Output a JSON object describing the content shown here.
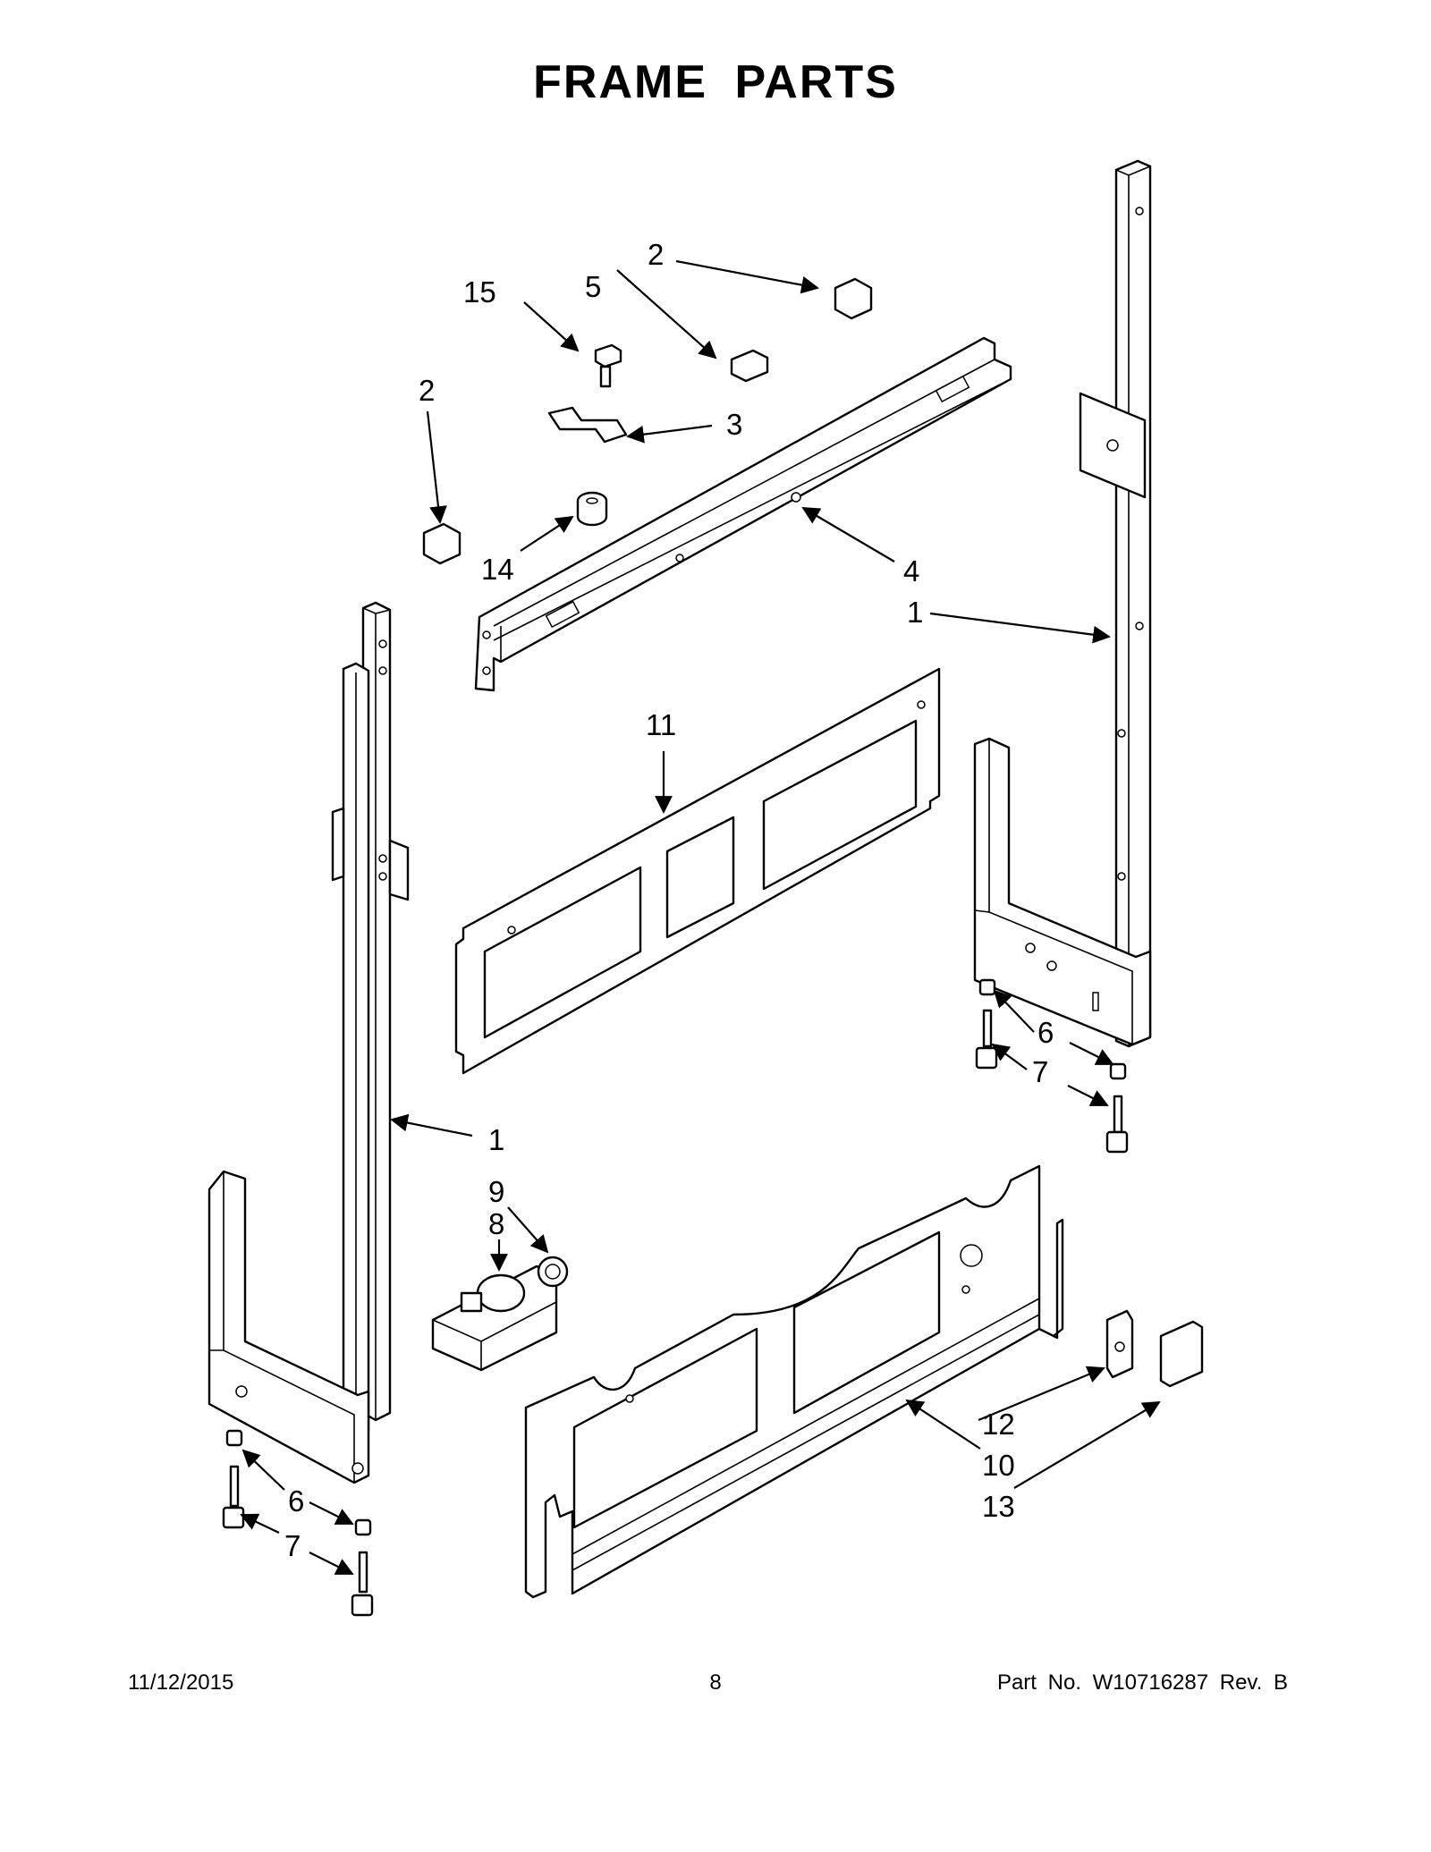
{
  "title": "FRAME PARTS",
  "callouts": [
    "15",
    "5",
    "2",
    "2",
    "3",
    "14",
    "4",
    "1",
    "11",
    "1",
    "6",
    "7",
    "9",
    "8",
    "12",
    "10",
    "13",
    "6",
    "7"
  ],
  "footer": {
    "date": "11/12/2015",
    "page": "8",
    "part_number": "Part No.  W10716287  Rev.  B"
  }
}
